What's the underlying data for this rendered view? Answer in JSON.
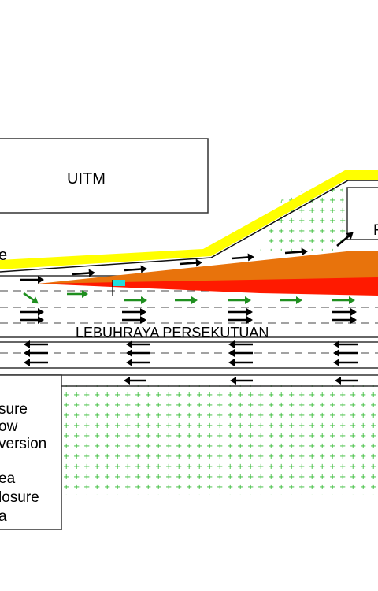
{
  "labels": {
    "building": "UITM",
    "road": "LEBUHRAYA PERSEKUTUAN",
    "top_left_fragment": "e",
    "right_fragment": "F"
  },
  "legend": {
    "lines": [
      "sure",
      "ow",
      "version",
      "",
      "ea",
      "losure",
      "a"
    ]
  },
  "colors": {
    "closure_orange": "#e8730c",
    "closure_red": "#ff1a00",
    "edge_yellow": "#ffff00",
    "edge_black": "#111111",
    "flow_black": "#000000",
    "flow_green": "#1f8f1f",
    "vegetation": "#33bb33",
    "marker_cyan": "#22dddd"
  }
}
